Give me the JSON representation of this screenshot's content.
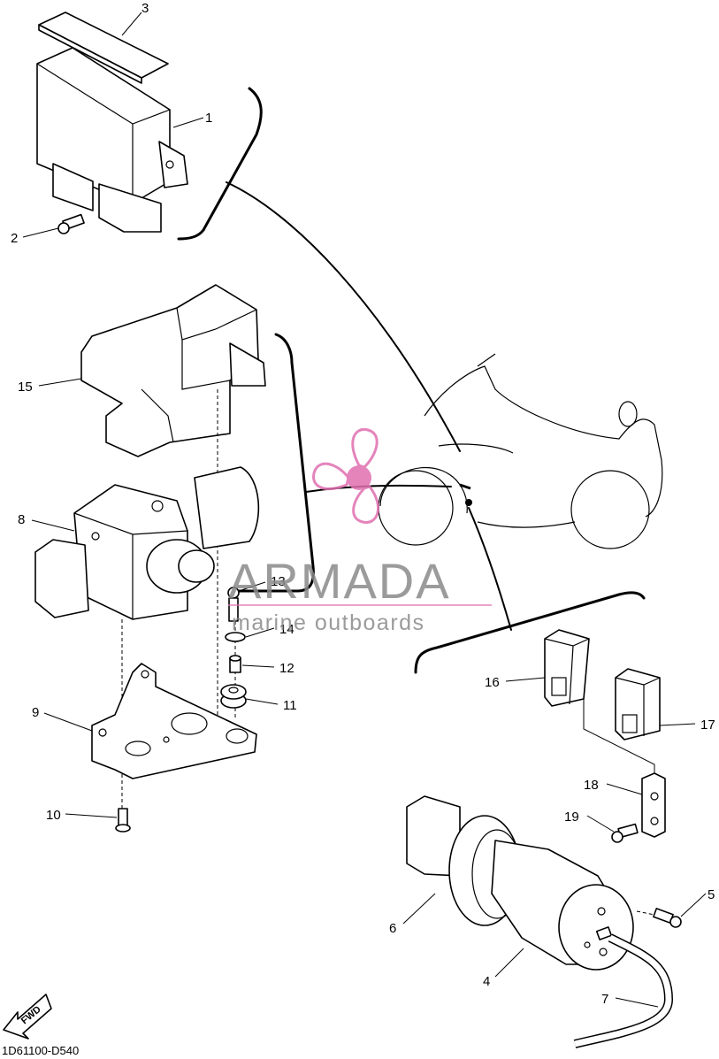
{
  "diagram": {
    "callouts": [
      "1",
      "2",
      "3",
      "4",
      "5",
      "6",
      "7",
      "8",
      "9",
      "10",
      "11",
      "12",
      "13",
      "14",
      "15",
      "16",
      "17",
      "18",
      "19"
    ],
    "fwd_label": "FWD",
    "code": "1D61100-D540"
  },
  "watermark": {
    "brand": "ARMADA",
    "tagline": "marine outboards",
    "color": "#e06fb0"
  }
}
